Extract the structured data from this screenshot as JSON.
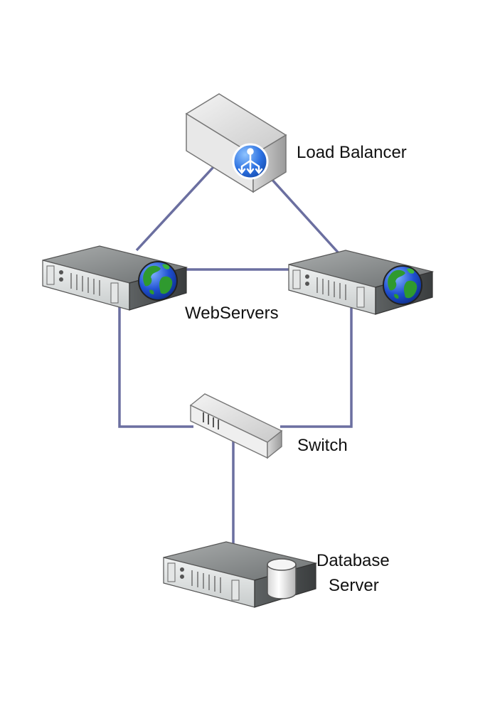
{
  "nodes": {
    "load_balancer": {
      "label": "Load Balancer",
      "icon": "load-balancer-icon"
    },
    "webservers": {
      "label": "WebServers",
      "icon": "web-server-icon"
    },
    "switch": {
      "label": "Switch",
      "icon": "network-switch-icon"
    },
    "database_server": {
      "label_line1": "Database",
      "label_line2": "Server",
      "icon": "database-server-icon"
    }
  },
  "colors": {
    "link": "#6b6fa0",
    "globe_ocean": "#1f4fd1",
    "globe_land": "#2f9a2f",
    "balancer_badge": "#2a6fe0"
  }
}
